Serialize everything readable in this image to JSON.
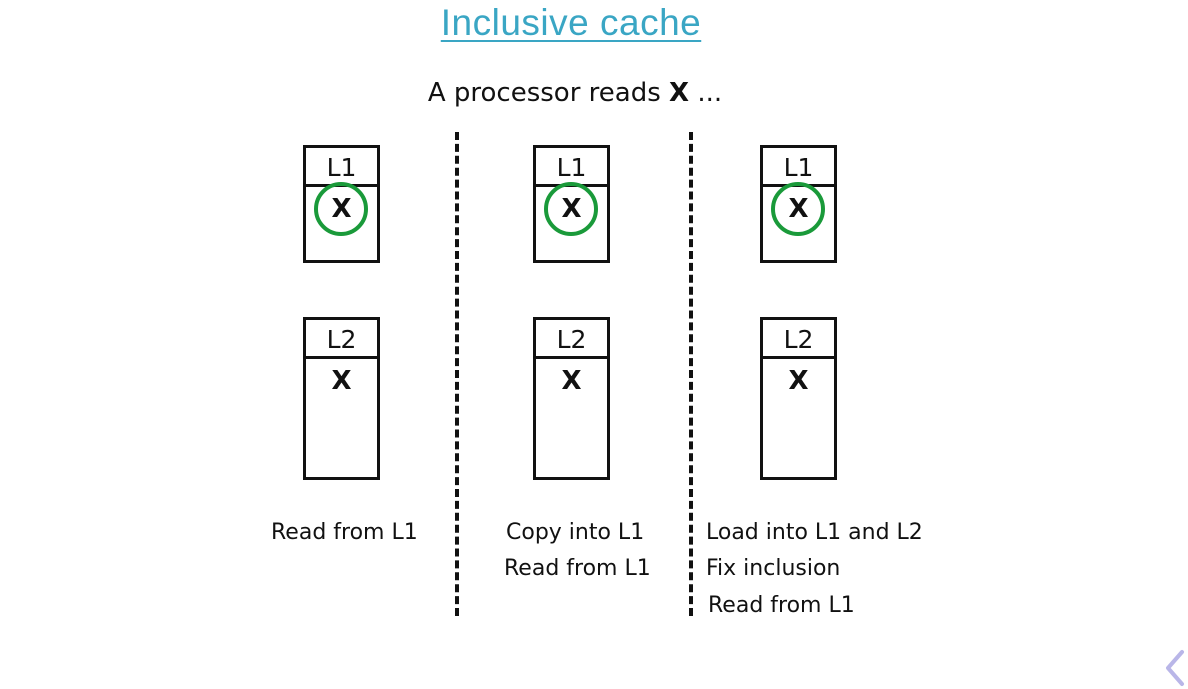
{
  "title": "Inclusive cache",
  "subtitle": {
    "prefix": "A processor reads ",
    "variable": "X",
    "suffix": " ..."
  },
  "columns": [
    {
      "l1": {
        "label": "L1",
        "item": "X",
        "hit": true
      },
      "l2": {
        "label": "L2",
        "item": "X"
      },
      "captions": [
        "Read from L1"
      ]
    },
    {
      "l1": {
        "label": "L1",
        "item": "X",
        "hit": true
      },
      "l2": {
        "label": "L2",
        "item": "X"
      },
      "captions": [
        "Copy into L1",
        "Read from L1"
      ]
    },
    {
      "l1": {
        "label": "L1",
        "item": "X",
        "hit": true
      },
      "l2": {
        "label": "L2",
        "item": "X"
      },
      "captions": [
        "Load into L1 and L2",
        "Fix inclusion",
        "Read from L1"
      ]
    }
  ],
  "colors": {
    "title": "#3aa6c4",
    "hit_ring": "#1a9a3a",
    "nav_icon": "#b9b6e8"
  },
  "icons": {
    "nav": "chevron-left-icon"
  }
}
